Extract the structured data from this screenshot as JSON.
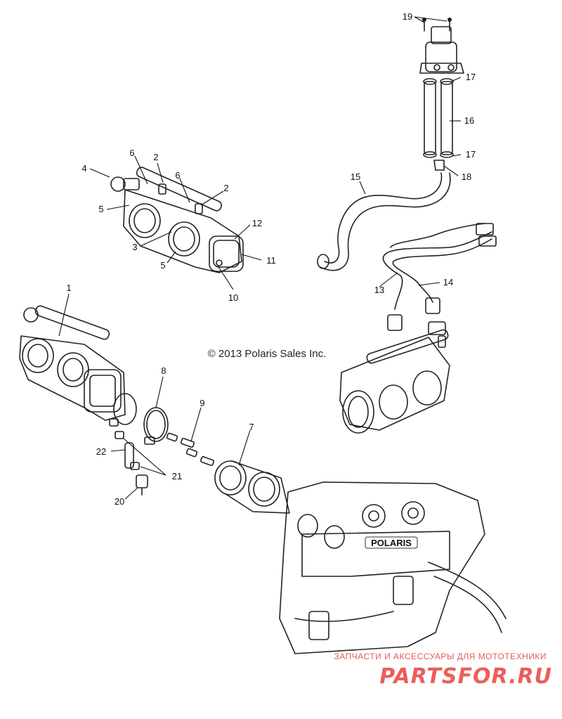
{
  "copyright": "© 2013 Polaris Sales Inc.",
  "watermark": {
    "tagline": "ЗАПЧАСТИ И АКСЕССУАРЫ ДЛЯ МОТОТЕХНИКИ",
    "brand": "PARTSFOR.RU",
    "color": "#e8433f"
  },
  "engine_brand": "POLARIS",
  "callouts": [
    "1",
    "2",
    "2",
    "3",
    "4",
    "5",
    "5",
    "6",
    "6",
    "7",
    "8",
    "9",
    "10",
    "11",
    "12",
    "13",
    "14",
    "15",
    "16",
    "17",
    "17",
    "18",
    "19",
    "20",
    "21",
    "22"
  ],
  "colors": {
    "line": "#222222",
    "background": "#ffffff"
  }
}
